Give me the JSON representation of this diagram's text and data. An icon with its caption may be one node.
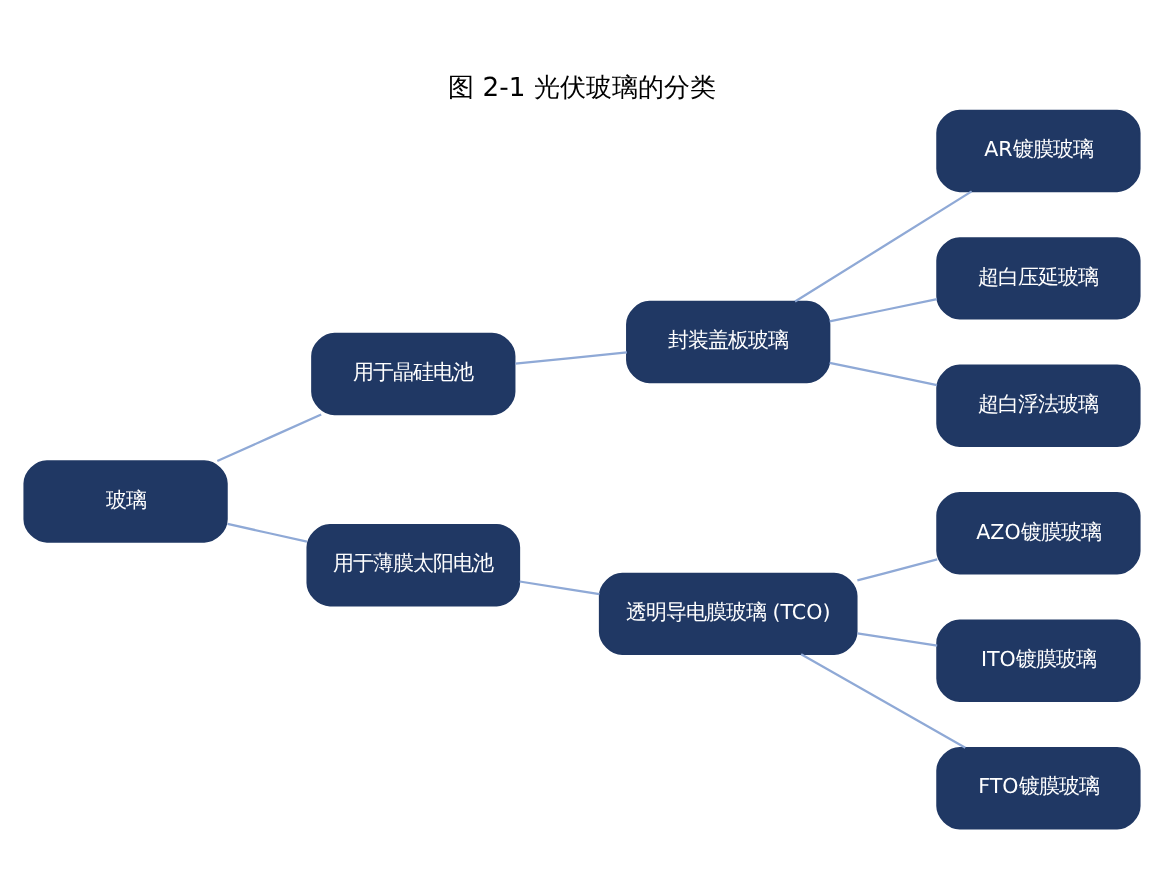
{
  "diagram": {
    "title": "图 2-1 光伏玻璃的分类",
    "nodes": [
      {
        "text": [
          "玻璃"
        ]
      },
      {
        "text": [
          "用于晶硅电池"
        ]
      },
      {
        "text": [
          "用于薄膜太阳电池"
        ]
      },
      {
        "text": [
          "封装盖板玻璃"
        ]
      },
      {
        "text": [
          "透明导电膜玻璃 (TCO)"
        ]
      },
      {
        "text": [
          "AR镀膜玻璃"
        ]
      },
      {
        "text": [
          "超白压延玻璃"
        ]
      },
      {
        "text": [
          "超白浮法玻璃"
        ]
      },
      {
        "text": [
          "AZO镀膜玻璃"
        ]
      },
      {
        "text": [
          "ITO镀膜玻璃"
        ]
      },
      {
        "text": [
          "FTO镀膜玻璃"
        ]
      }
    ],
    "edges": [
      {
        "from": 0,
        "to": 1,
        "arrow": "none"
      },
      {
        "from": 0,
        "to": 2,
        "arrow": "none"
      },
      {
        "from": 1,
        "to": 3,
        "arrow": "none"
      },
      {
        "from": 2,
        "to": 4,
        "arrow": "none"
      },
      {
        "from": 3,
        "to": 5,
        "arrow": "none"
      },
      {
        "from": 3,
        "to": 6,
        "arrow": "none"
      },
      {
        "from": 3,
        "to": 7,
        "arrow": "none"
      },
      {
        "from": 4,
        "to": 8,
        "arrow": "none"
      },
      {
        "from": 4,
        "to": 9,
        "arrow": "none"
      },
      {
        "from": 4,
        "to": 10,
        "arrow": "none"
      }
    ]
  }
}
